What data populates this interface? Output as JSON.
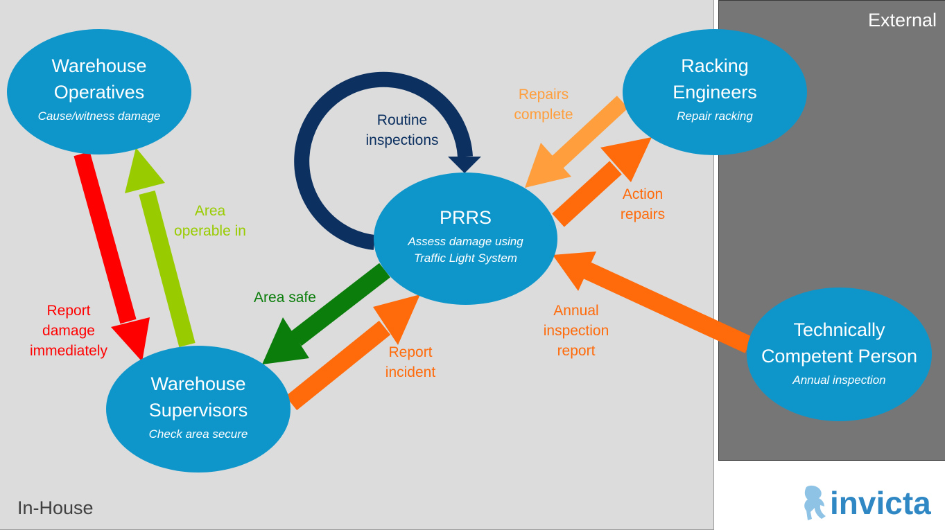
{
  "zones": {
    "in_house": "In-House",
    "external": "External"
  },
  "nodes": {
    "warehouse_operatives": {
      "title": "Warehouse Operatives",
      "subtitle": "Cause/witness damage"
    },
    "warehouse_supervisors": {
      "title": "Warehouse Supervisors",
      "subtitle": "Check area secure"
    },
    "prrs": {
      "title": "PRRS",
      "subtitle": "Assess damage using Traffic Light System"
    },
    "racking_engineers": {
      "title": "Racking Engineers",
      "subtitle": "Repair racking"
    },
    "technically_competent_person": {
      "title": "Technically Competent Person",
      "subtitle": "Annual inspection"
    }
  },
  "flows": {
    "report_damage": "Report damage immediately",
    "area_operable": "Area operable in",
    "routine_inspections": "Routine inspections",
    "area_safe": "Area safe",
    "report_incident": "Report incident",
    "repairs_complete": "Repairs complete",
    "action_repairs": "Action repairs",
    "annual_inspection_report": "Annual inspection report"
  },
  "colors": {
    "node": "#0e96cb",
    "red": "#ff0000",
    "light_green": "#99cc00",
    "dark_green": "#0b7d0b",
    "orange": "#ff6a0a",
    "light_orange": "#ff9e3d",
    "navy": "#0c3060"
  },
  "logo": {
    "text": "invicta",
    "icon": "horse-icon"
  }
}
